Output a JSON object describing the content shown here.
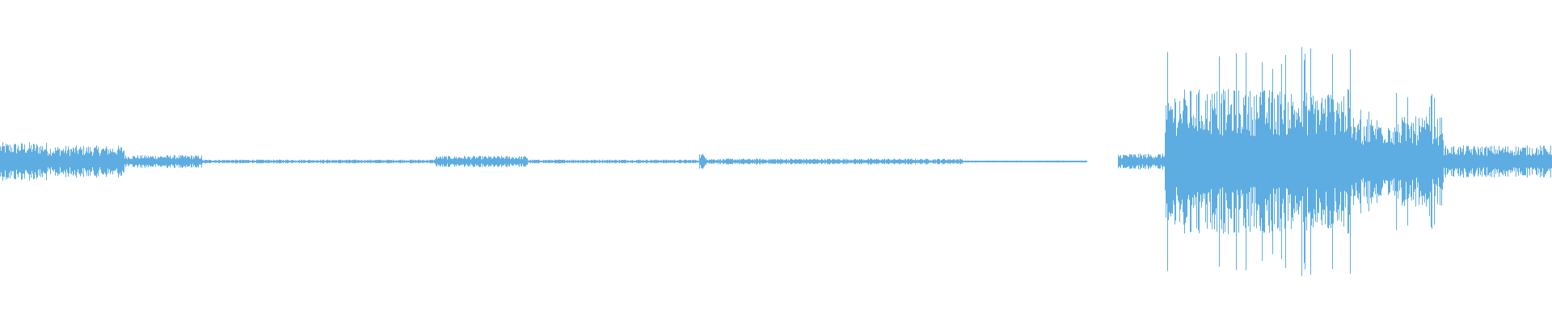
{
  "colors": {
    "background": "#ffffff",
    "waveform": "#5dade2"
  },
  "waveform": {
    "duration_fraction_segments": [
      {
        "start": 0.0,
        "end": 0.03,
        "amplitude": 0.12
      },
      {
        "start": 0.03,
        "end": 0.08,
        "amplitude": 0.1
      },
      {
        "start": 0.08,
        "end": 0.13,
        "amplitude": 0.04
      },
      {
        "start": 0.13,
        "end": 0.28,
        "amplitude": 0.012
      },
      {
        "start": 0.28,
        "end": 0.34,
        "amplitude": 0.035
      },
      {
        "start": 0.34,
        "end": 0.45,
        "amplitude": 0.012
      },
      {
        "start": 0.45,
        "end": 0.455,
        "amplitude": 0.05
      },
      {
        "start": 0.455,
        "end": 0.62,
        "amplitude": 0.018
      },
      {
        "start": 0.62,
        "end": 0.7,
        "amplitude": 0.006
      },
      {
        "start": 0.7,
        "end": 0.72,
        "amplitude": 0.0
      },
      {
        "start": 0.72,
        "end": 0.75,
        "amplitude": 0.05
      },
      {
        "start": 0.75,
        "end": 0.87,
        "amplitude": 0.45
      },
      {
        "start": 0.87,
        "end": 0.93,
        "amplitude": 0.28
      },
      {
        "start": 0.93,
        "end": 1.0,
        "amplitude": 0.1
      }
    ]
  }
}
